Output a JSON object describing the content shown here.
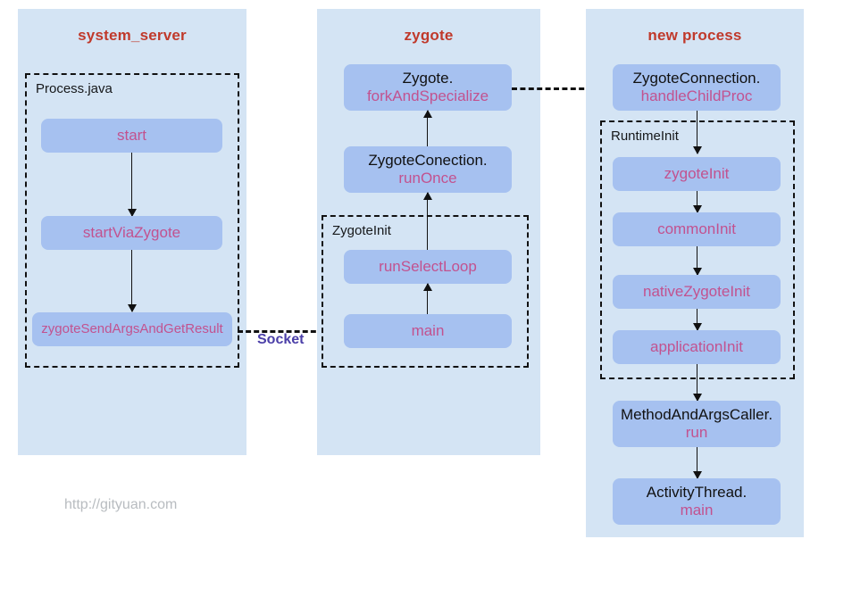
{
  "watermark": "http://gityuan.com",
  "edge_labels": {
    "socket": "Socket"
  },
  "panels": [
    {
      "id": "system-server",
      "title": "system_server",
      "group": {
        "label": "Process.java"
      },
      "nodes": [
        {
          "cls": "",
          "mth": "start"
        },
        {
          "cls": "",
          "mth": "startViaZygote"
        },
        {
          "cls": "",
          "mth": "zygoteSendArgsAndGetResult"
        }
      ]
    },
    {
      "id": "zygote",
      "title": "zygote",
      "group": {
        "label": "ZygoteInit"
      },
      "nodes": [
        {
          "cls": "Zygote.",
          "mth": "forkAndSpecialize"
        },
        {
          "cls": "ZygoteConection.",
          "mth": "runOnce"
        },
        {
          "cls": "",
          "mth": "runSelectLoop"
        },
        {
          "cls": "",
          "mth": "main"
        }
      ]
    },
    {
      "id": "new-process",
      "title": "new process",
      "group": {
        "label": "RuntimeInit"
      },
      "nodes": [
        {
          "cls": "ZygoteConnection.",
          "mth": "handleChildProc"
        },
        {
          "cls": "",
          "mth": "zygoteInit"
        },
        {
          "cls": "",
          "mth": "commonInit"
        },
        {
          "cls": "",
          "mth": "nativeZygoteInit"
        },
        {
          "cls": "",
          "mth": "applicationInit"
        },
        {
          "cls": "MethodAndArgsCaller.",
          "mth": "run"
        },
        {
          "cls": "ActivityThread.",
          "mth": "main"
        }
      ]
    }
  ],
  "colors": {
    "panel_bg": "#d4e4f4",
    "node_bg": "#a6c1f0",
    "title": "#c0392b",
    "method_text": "#c2528f",
    "class_text": "#111111",
    "socket_text": "#4b3fa8",
    "watermark": "#b8bcc0"
  }
}
